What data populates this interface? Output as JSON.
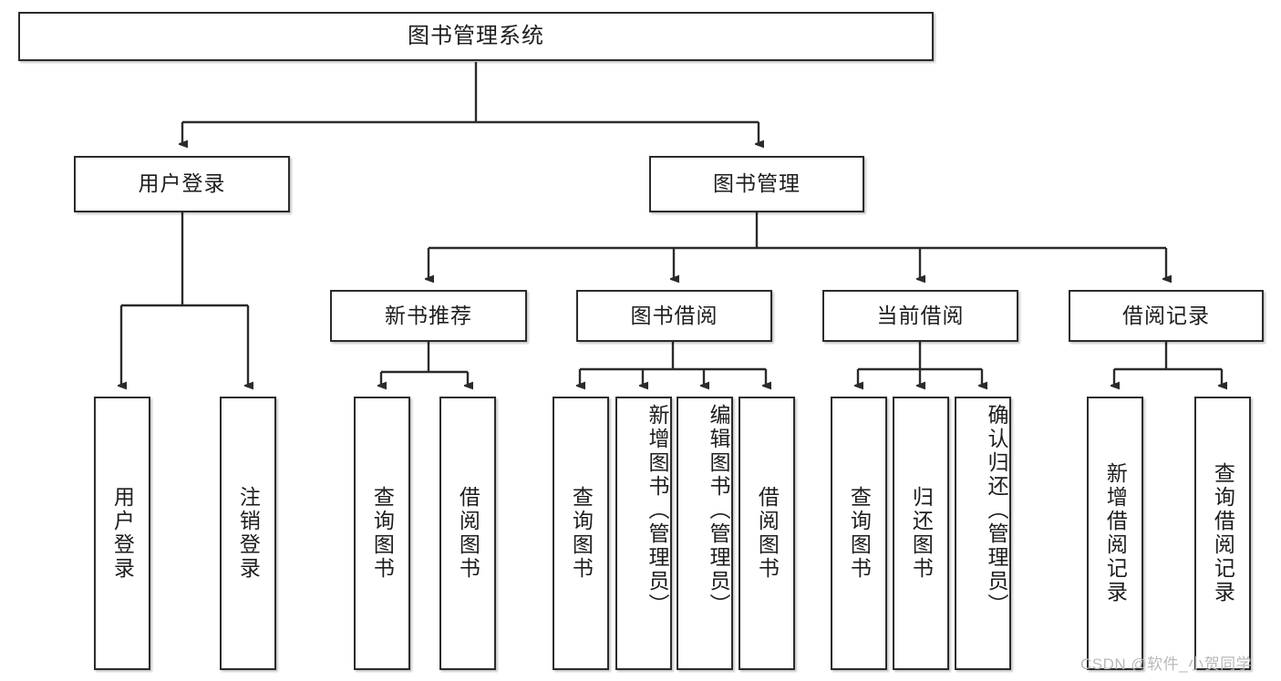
{
  "diagram": {
    "title": "图书管理系统",
    "type": "tree-hierarchy",
    "orientation": "top-down",
    "colors": {
      "border": "#2b2b2b",
      "fill": "#ffffff",
      "text": "#1d1d1d",
      "edge": "#2b2b2b",
      "watermark": "#b9b9b9"
    },
    "root": {
      "label": "图书管理系统"
    },
    "level2": [
      {
        "label": "用户登录"
      },
      {
        "label": "图书管理"
      }
    ],
    "level3": [
      {
        "label": "新书推荐"
      },
      {
        "label": "图书借阅"
      },
      {
        "label": "当前借阅"
      },
      {
        "label": "借阅记录"
      }
    ],
    "leaves": {
      "user_login": [
        {
          "label": "用户登录"
        },
        {
          "label": "注销登录"
        }
      ],
      "new_book_recommend": [
        {
          "label": "查询图书"
        },
        {
          "label": "借阅图书"
        }
      ],
      "book_borrow": [
        {
          "label": "查询图书"
        },
        {
          "label": "新增图书（管理员）"
        },
        {
          "label": "编辑图书（管理员）"
        },
        {
          "label": "借阅图书"
        }
      ],
      "current_borrow": [
        {
          "label": "查询图书"
        },
        {
          "label": "归还图书"
        },
        {
          "label": "确认归还（管理员）"
        }
      ],
      "borrow_record": [
        {
          "label": "新增借阅记录"
        },
        {
          "label": "查询借阅记录"
        }
      ]
    }
  },
  "watermark": {
    "text": "CSDN @软件_小贺同学"
  }
}
